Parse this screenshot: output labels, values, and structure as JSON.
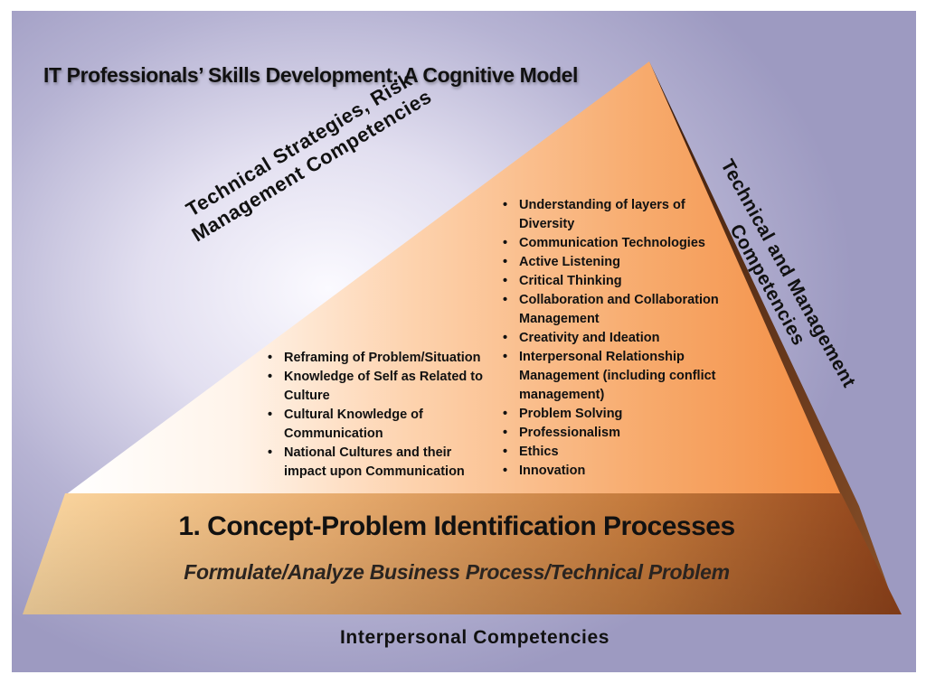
{
  "title": "IT Professionals’ Skills Development: A Cognitive Model",
  "left_side_label": [
    "Technical Strategies, Risk",
    "Management Competencies"
  ],
  "right_side_label": [
    "Technical and Management",
    "Competencies"
  ],
  "left_list": [
    "Reframing of Problem/Situation",
    "Knowledge of Self as Related to Culture",
    "Cultural Knowledge of Communication",
    "National Cultures and their impact upon Communication"
  ],
  "right_list": [
    "Understanding of layers of Diversity",
    "Communication Technologies",
    "Active Listening",
    "Critical Thinking",
    "Collaboration and Collaboration Management",
    "Creativity and Ideation",
    "Interpersonal Relationship Management (including conflict management)",
    "Problem Solving",
    "Professionalism",
    "Ethics",
    "Innovation"
  ],
  "band_title": "1. Concept-Problem Identification Processes",
  "band_subtitle": "Formulate/Analyze Business Process/Technical Problem",
  "bottom_label": "Interpersonal Competencies",
  "colors": {
    "background": "#9d9ac1",
    "pyramid_light": "#ffffff",
    "pyramid_orange": "#f59a55",
    "side_face": "#5a2f17",
    "band_light": "#f7c98e",
    "band_dark": "#9a4a1c"
  }
}
